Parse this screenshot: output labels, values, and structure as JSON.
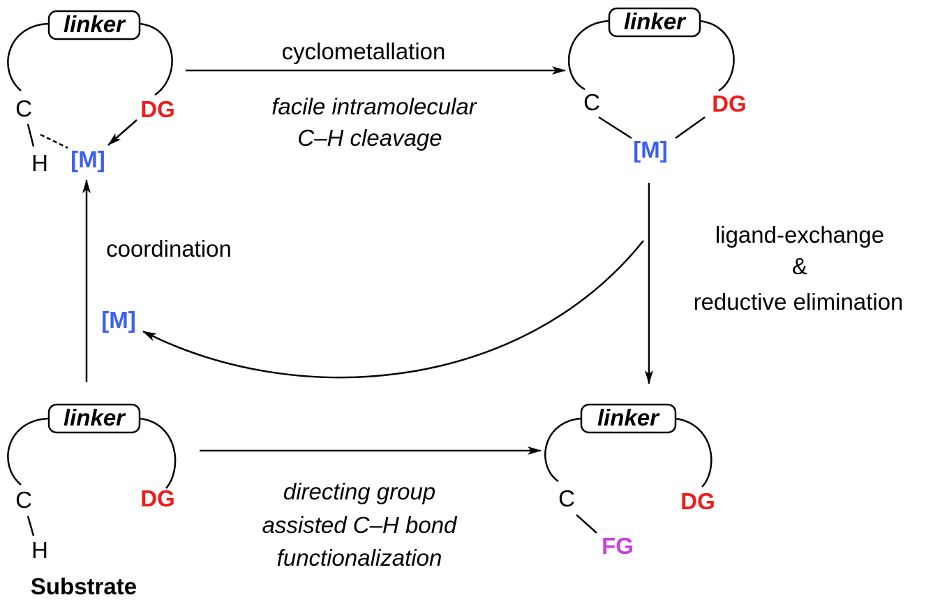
{
  "colors": {
    "dg": "#ee1c1c",
    "metal": "#3b5ff0",
    "fg": "#c73fe0"
  },
  "molecules": {
    "top_left": {
      "linker": "linker",
      "c": "C",
      "h": "H",
      "dg": "DG",
      "metal": "[M]"
    },
    "top_right": {
      "linker": "linker",
      "c": "C",
      "dg": "DG",
      "metal": "[M]"
    },
    "bottom_left": {
      "linker": "linker",
      "c": "C",
      "h": "H",
      "dg": "DG",
      "caption": "Substrate"
    },
    "bottom_right": {
      "linker": "linker",
      "c": "C",
      "dg": "DG",
      "fg": "FG"
    }
  },
  "steps": {
    "cyclometallation": "cyclometallation",
    "facile_line1": "facile intramolecular",
    "facile_line2": "C–H cleavage",
    "ligand_line1": "ligand-exchange",
    "ligand_line2": "&",
    "ligand_line3": "reductive elimination",
    "coordination": "coordination",
    "released_metal": "[M]",
    "directing_line1": "directing group",
    "directing_line2": "assisted C–H bond",
    "directing_line3": "functionalization"
  }
}
